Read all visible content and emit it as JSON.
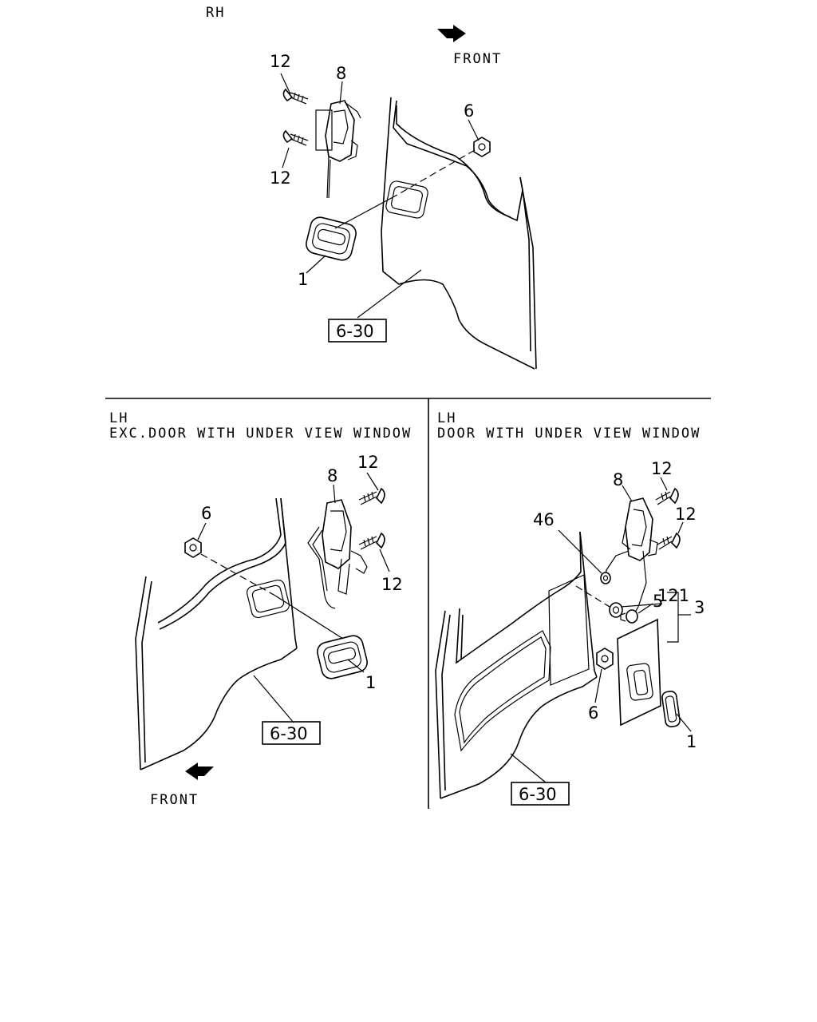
{
  "panels": {
    "rh": {
      "side": "RH",
      "front": "FRONT",
      "ref": "6-30",
      "callouts": {
        "handle": "1",
        "nut": "6",
        "lock": "8",
        "screw_top": "12",
        "screw_bottom": "12"
      }
    },
    "lh_exc": {
      "side": "LH",
      "title": "EXC.DOOR WITH UNDER VIEW WINDOW",
      "front": "FRONT",
      "ref": "6-30",
      "callouts": {
        "handle": "1",
        "nut": "6",
        "lock": "8",
        "screw_top": "12",
        "screw_bottom": "12"
      }
    },
    "lh_with": {
      "side": "LH",
      "title": "DOOR WITH UNDER VIEW WINDOW",
      "ref": "6-30",
      "callouts": {
        "handle": "1",
        "plate": "3",
        "clip": "5",
        "nut": "6",
        "lock": "8",
        "screw_top": "12",
        "screw_bottom": "12",
        "bushing": "46",
        "grommet": "121"
      }
    }
  }
}
